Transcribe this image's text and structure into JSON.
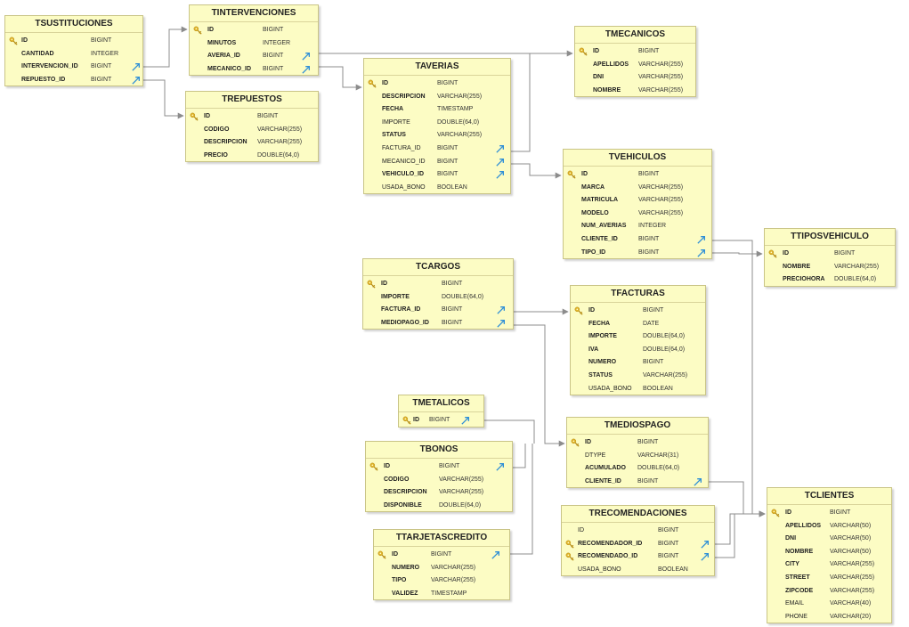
{
  "tables": [
    {
      "name": "TSUSTITUCIONES",
      "columns": [
        {
          "name": "ID",
          "type": "BIGINT",
          "pk": true,
          "fk": false,
          "bold": true
        },
        {
          "name": "CANTIDAD",
          "type": "INTEGER",
          "pk": false,
          "fk": false,
          "bold": true
        },
        {
          "name": "INTERVENCION_ID",
          "type": "BIGINT",
          "pk": false,
          "fk": true,
          "bold": true
        },
        {
          "name": "REPUESTO_ID",
          "type": "BIGINT",
          "pk": false,
          "fk": true,
          "bold": true
        }
      ]
    },
    {
      "name": "TINTERVENCIONES",
      "columns": [
        {
          "name": "ID",
          "type": "BIGINT",
          "pk": true,
          "fk": false,
          "bold": true
        },
        {
          "name": "MINUTOS",
          "type": "INTEGER",
          "pk": false,
          "fk": false,
          "bold": true
        },
        {
          "name": "AVERIA_ID",
          "type": "BIGINT",
          "pk": false,
          "fk": true,
          "bold": true
        },
        {
          "name": "MECANICO_ID",
          "type": "BIGINT",
          "pk": false,
          "fk": true,
          "bold": true
        }
      ]
    },
    {
      "name": "TMECANICOS",
      "columns": [
        {
          "name": "ID",
          "type": "BIGINT",
          "pk": true,
          "fk": false,
          "bold": true
        },
        {
          "name": "APELLIDOS",
          "type": "VARCHAR(255)",
          "pk": false,
          "fk": false,
          "bold": true
        },
        {
          "name": "DNI",
          "type": "VARCHAR(255)",
          "pk": false,
          "fk": false,
          "bold": true
        },
        {
          "name": "NOMBRE",
          "type": "VARCHAR(255)",
          "pk": false,
          "fk": false,
          "bold": true
        }
      ]
    },
    {
      "name": "TREPUESTOS",
      "columns": [
        {
          "name": "ID",
          "type": "BIGINT",
          "pk": true,
          "fk": false,
          "bold": true
        },
        {
          "name": "CODIGO",
          "type": "VARCHAR(255)",
          "pk": false,
          "fk": false,
          "bold": true
        },
        {
          "name": "DESCRIPCION",
          "type": "VARCHAR(255)",
          "pk": false,
          "fk": false,
          "bold": true
        },
        {
          "name": "PRECIO",
          "type": "DOUBLE(64,0)",
          "pk": false,
          "fk": false,
          "bold": true
        }
      ]
    },
    {
      "name": "TAVERIAS",
      "columns": [
        {
          "name": "ID",
          "type": "BIGINT",
          "pk": true,
          "fk": false,
          "bold": true
        },
        {
          "name": "DESCRIPCION",
          "type": "VARCHAR(255)",
          "pk": false,
          "fk": false,
          "bold": true
        },
        {
          "name": "FECHA",
          "type": "TIMESTAMP",
          "pk": false,
          "fk": false,
          "bold": true
        },
        {
          "name": "IMPORTE",
          "type": "DOUBLE(64,0)",
          "pk": false,
          "fk": false,
          "bold": false
        },
        {
          "name": "STATUS",
          "type": "VARCHAR(255)",
          "pk": false,
          "fk": false,
          "bold": true
        },
        {
          "name": "FACTURA_ID",
          "type": "BIGINT",
          "pk": false,
          "fk": true,
          "bold": false
        },
        {
          "name": "MECANICO_ID",
          "type": "BIGINT",
          "pk": false,
          "fk": true,
          "bold": false
        },
        {
          "name": "VEHICULO_ID",
          "type": "BIGINT",
          "pk": false,
          "fk": true,
          "bold": true
        },
        {
          "name": "USADA_BONO",
          "type": "BOOLEAN",
          "pk": false,
          "fk": false,
          "bold": false
        }
      ]
    },
    {
      "name": "TVEHICULOS",
      "columns": [
        {
          "name": "ID",
          "type": "BIGINT",
          "pk": true,
          "fk": false,
          "bold": true
        },
        {
          "name": "MARCA",
          "type": "VARCHAR(255)",
          "pk": false,
          "fk": false,
          "bold": true
        },
        {
          "name": "MATRICULA",
          "type": "VARCHAR(255)",
          "pk": false,
          "fk": false,
          "bold": true
        },
        {
          "name": "MODELO",
          "type": "VARCHAR(255)",
          "pk": false,
          "fk": false,
          "bold": true
        },
        {
          "name": "NUM_AVERIAS",
          "type": "INTEGER",
          "pk": false,
          "fk": false,
          "bold": true
        },
        {
          "name": "CLIENTE_ID",
          "type": "BIGINT",
          "pk": false,
          "fk": true,
          "bold": true
        },
        {
          "name": "TIPO_ID",
          "type": "BIGINT",
          "pk": false,
          "fk": true,
          "bold": true
        }
      ]
    },
    {
      "name": "TTIPOSVEHICULO",
      "columns": [
        {
          "name": "ID",
          "type": "BIGINT",
          "pk": true,
          "fk": false,
          "bold": true
        },
        {
          "name": "NOMBRE",
          "type": "VARCHAR(255)",
          "pk": false,
          "fk": false,
          "bold": true
        },
        {
          "name": "PRECIOHORA",
          "type": "DOUBLE(64,0)",
          "pk": false,
          "fk": false,
          "bold": true
        }
      ]
    },
    {
      "name": "TCARGOS",
      "columns": [
        {
          "name": "ID",
          "type": "BIGINT",
          "pk": true,
          "fk": false,
          "bold": true
        },
        {
          "name": "IMPORTE",
          "type": "DOUBLE(64,0)",
          "pk": false,
          "fk": false,
          "bold": true
        },
        {
          "name": "FACTURA_ID",
          "type": "BIGINT",
          "pk": false,
          "fk": true,
          "bold": true
        },
        {
          "name": "MEDIOPAGO_ID",
          "type": "BIGINT",
          "pk": false,
          "fk": true,
          "bold": true
        }
      ]
    },
    {
      "name": "TFACTURAS",
      "columns": [
        {
          "name": "ID",
          "type": "BIGINT",
          "pk": true,
          "fk": false,
          "bold": true
        },
        {
          "name": "FECHA",
          "type": "DATE",
          "pk": false,
          "fk": false,
          "bold": true
        },
        {
          "name": "IMPORTE",
          "type": "DOUBLE(64,0)",
          "pk": false,
          "fk": false,
          "bold": true
        },
        {
          "name": "IVA",
          "type": "DOUBLE(64,0)",
          "pk": false,
          "fk": false,
          "bold": true
        },
        {
          "name": "NUMERO",
          "type": "BIGINT",
          "pk": false,
          "fk": false,
          "bold": true
        },
        {
          "name": "STATUS",
          "type": "VARCHAR(255)",
          "pk": false,
          "fk": false,
          "bold": true
        },
        {
          "name": "USADA_BONO",
          "type": "BOOLEAN",
          "pk": false,
          "fk": false,
          "bold": false
        }
      ]
    },
    {
      "name": "TMETALICOS",
      "columns": [
        {
          "name": "ID",
          "type": "BIGINT",
          "pk": true,
          "fk": true,
          "bold": true
        }
      ]
    },
    {
      "name": "TMEDIOSPAGO",
      "columns": [
        {
          "name": "ID",
          "type": "BIGINT",
          "pk": true,
          "fk": false,
          "bold": true
        },
        {
          "name": "DTYPE",
          "type": "VARCHAR(31)",
          "pk": false,
          "fk": false,
          "bold": false
        },
        {
          "name": "ACUMULADO",
          "type": "DOUBLE(64,0)",
          "pk": false,
          "fk": false,
          "bold": true
        },
        {
          "name": "CLIENTE_ID",
          "type": "BIGINT",
          "pk": false,
          "fk": true,
          "bold": true
        }
      ]
    },
    {
      "name": "TBONOS",
      "columns": [
        {
          "name": "ID",
          "type": "BIGINT",
          "pk": true,
          "fk": true,
          "bold": true
        },
        {
          "name": "CODIGO",
          "type": "VARCHAR(255)",
          "pk": false,
          "fk": false,
          "bold": true
        },
        {
          "name": "DESCRIPCION",
          "type": "VARCHAR(255)",
          "pk": false,
          "fk": false,
          "bold": true
        },
        {
          "name": "DISPONIBLE",
          "type": "DOUBLE(64,0)",
          "pk": false,
          "fk": false,
          "bold": true
        }
      ]
    },
    {
      "name": "TRECOMENDACIONES",
      "columns": [
        {
          "name": "ID",
          "type": "BIGINT",
          "pk": false,
          "fk": false,
          "bold": false
        },
        {
          "name": "RECOMENDADOR_ID",
          "type": "BIGINT",
          "pk": true,
          "fk": true,
          "bold": true
        },
        {
          "name": "RECOMENDADO_ID",
          "type": "BIGINT",
          "pk": true,
          "fk": true,
          "bold": true
        },
        {
          "name": "USADA_BONO",
          "type": "BOOLEAN",
          "pk": false,
          "fk": false,
          "bold": false
        }
      ]
    },
    {
      "name": "TCLIENTES",
      "columns": [
        {
          "name": "ID",
          "type": "BIGINT",
          "pk": true,
          "fk": false,
          "bold": true
        },
        {
          "name": "APELLIDOS",
          "type": "VARCHAR(50)",
          "pk": false,
          "fk": false,
          "bold": true
        },
        {
          "name": "DNI",
          "type": "VARCHAR(50)",
          "pk": false,
          "fk": false,
          "bold": true
        },
        {
          "name": "NOMBRE",
          "type": "VARCHAR(50)",
          "pk": false,
          "fk": false,
          "bold": true
        },
        {
          "name": "CITY",
          "type": "VARCHAR(255)",
          "pk": false,
          "fk": false,
          "bold": true
        },
        {
          "name": "STREET",
          "type": "VARCHAR(255)",
          "pk": false,
          "fk": false,
          "bold": true
        },
        {
          "name": "ZIPCODE",
          "type": "VARCHAR(255)",
          "pk": false,
          "fk": false,
          "bold": true
        },
        {
          "name": "EMAIL",
          "type": "VARCHAR(40)",
          "pk": false,
          "fk": false,
          "bold": false
        },
        {
          "name": "PHONE",
          "type": "VARCHAR(20)",
          "pk": false,
          "fk": false,
          "bold": false
        }
      ]
    },
    {
      "name": "TTARJETASCREDITO",
      "columns": [
        {
          "name": "ID",
          "type": "BIGINT",
          "pk": true,
          "fk": true,
          "bold": true
        },
        {
          "name": "NUMERO",
          "type": "VARCHAR(255)",
          "pk": false,
          "fk": false,
          "bold": true
        },
        {
          "name": "TIPO",
          "type": "VARCHAR(255)",
          "pk": false,
          "fk": false,
          "bold": true
        },
        {
          "name": "VALIDEZ",
          "type": "TIMESTAMP",
          "pk": false,
          "fk": false,
          "bold": true
        }
      ]
    }
  ],
  "colors": {
    "table_fill": "#fcfcc4",
    "table_border": "#c9c486",
    "key_icon": "#e0b32a",
    "fk_arrow": "#2f8fd6",
    "connector": "#8c8c8c"
  },
  "icons": {
    "primary_key": "key-icon",
    "foreign_key": "foreign-key-arrow-icon"
  }
}
